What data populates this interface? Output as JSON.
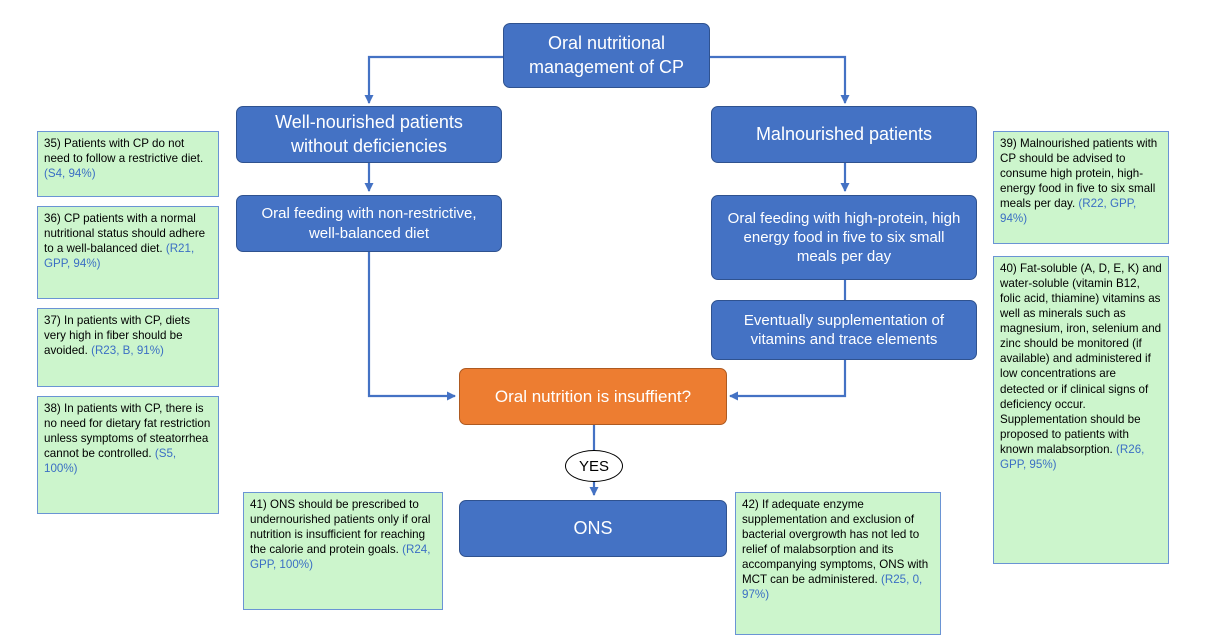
{
  "nodes": {
    "root": "Oral nutritional management of CP",
    "well_nourished": "Well-nourished patients without deficiencies",
    "malnourished": "Malnourished patients",
    "oral_feeding_nonrestrictive": "Oral feeding with non-restrictive, well-balanced diet",
    "oral_feeding_high_protein": "Oral feeding with high-protein, high energy food in five to six small meals per day",
    "supplementation": "Eventually supplementation of vitamins and trace elements",
    "insufficient": "Oral nutrition is insuffient?",
    "yes": "YES",
    "ons": "ONS"
  },
  "notes": {
    "n35": {
      "text": "35) Patients with CP do not need to follow a restrictive diet.",
      "ref": "(S4, 94%)"
    },
    "n36": {
      "text": "36) CP patients with a normal nutritional status should adhere to a well-balanced diet.",
      "ref": "(R21, GPP, 94%)"
    },
    "n37": {
      "text": "37) In patients with CP, diets very high in fiber should be avoided.",
      "ref": "(R23, B, 91%)"
    },
    "n38": {
      "text": "38) In patients with CP, there is no need for dietary fat restriction unless symptoms of steatorrhea cannot be controlled.",
      "ref": "(S5, 100%)"
    },
    "n39": {
      "text": "39) Malnourished patients with CP should be advised to consume high protein, high-energy food in five to six small meals per day.",
      "ref": "(R22, GPP, 94%)"
    },
    "n40": {
      "text": "40) Fat-soluble (A, D, E, K) and water-soluble (vitamin B12, folic acid, thiamine) vitamins as well as minerals such as magnesium, iron, selenium and zinc should be monitored (if available) and administered if low concentrations are detected or if clinical signs of deficiency occur. Supplementation should be proposed to patients with known malabsorption.",
      "ref": "(R26, GPP, 95%)"
    },
    "n41": {
      "text": "41) ONS should be prescribed to undernourished patients only if oral nutrition is insufficient for reaching the calorie and protein goals.",
      "ref": "(R24, GPP, 100%)"
    },
    "n42": {
      "text": "42) If adequate enzyme supplementation and exclusion of bacterial overgrowth has not led to relief of malabsorption and its accompanying symptoms, ONS with MCT can be administered.",
      "ref": "(R25, 0, 97%)"
    }
  },
  "colors": {
    "box_blue": "#4472c4",
    "box_orange": "#ed7d31",
    "note_fill": "#ccf5cc",
    "note_border": "#6a94d4",
    "arrow": "#4472c4",
    "ref_text": "#3b6fc4"
  }
}
